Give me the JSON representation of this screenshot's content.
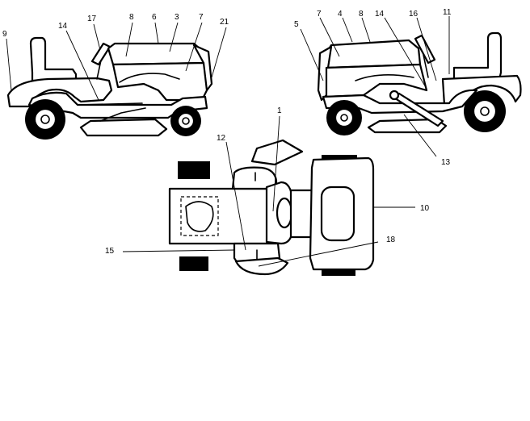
{
  "labels": {
    "n1": "1",
    "n3": "3",
    "n4": "4",
    "n5": "5",
    "n6": "6",
    "n7": "7",
    "n8": "8",
    "n9": "9",
    "n10": "10",
    "n11": "11",
    "n12": "12",
    "n13": "13",
    "n14": "14",
    "n15": "15",
    "n16": "16",
    "n17": "17",
    "n18": "18",
    "n21": "21"
  }
}
